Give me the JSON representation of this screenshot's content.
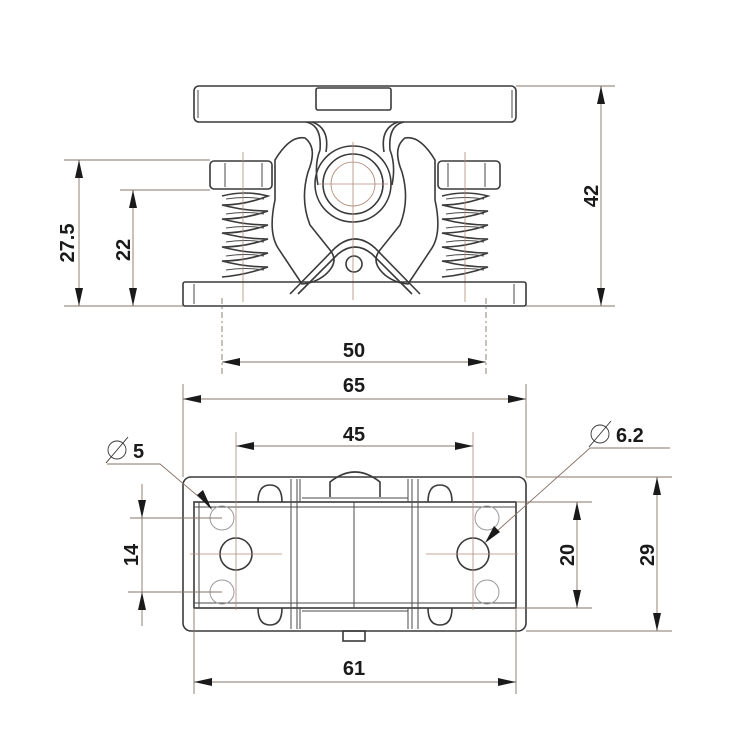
{
  "drawing": {
    "title": "Spring-loaded toggle latch — technical dimension drawing",
    "units": "mm",
    "views": [
      "front-elevation",
      "top-plan"
    ],
    "colors": {
      "object_line": "#3a3a3a",
      "dimension_line": "#8a7468",
      "text": "#1a1a1a",
      "background": "#ffffff"
    }
  },
  "front_view": {
    "dimensions": {
      "overall_height": "42",
      "spring_seat_height": "27.5",
      "spring_top_height": "22",
      "spring_center_distance": "50"
    }
  },
  "top_view": {
    "dimensions": {
      "overall_length": "65",
      "hole_center_distance": "45",
      "base_length": "61",
      "overall_width": "29",
      "inner_width": "20",
      "small_hole_spacing": "14",
      "small_hole_diameter": "5",
      "large_hole_diameter": "6.2"
    },
    "diameter_symbol": "Ø"
  }
}
